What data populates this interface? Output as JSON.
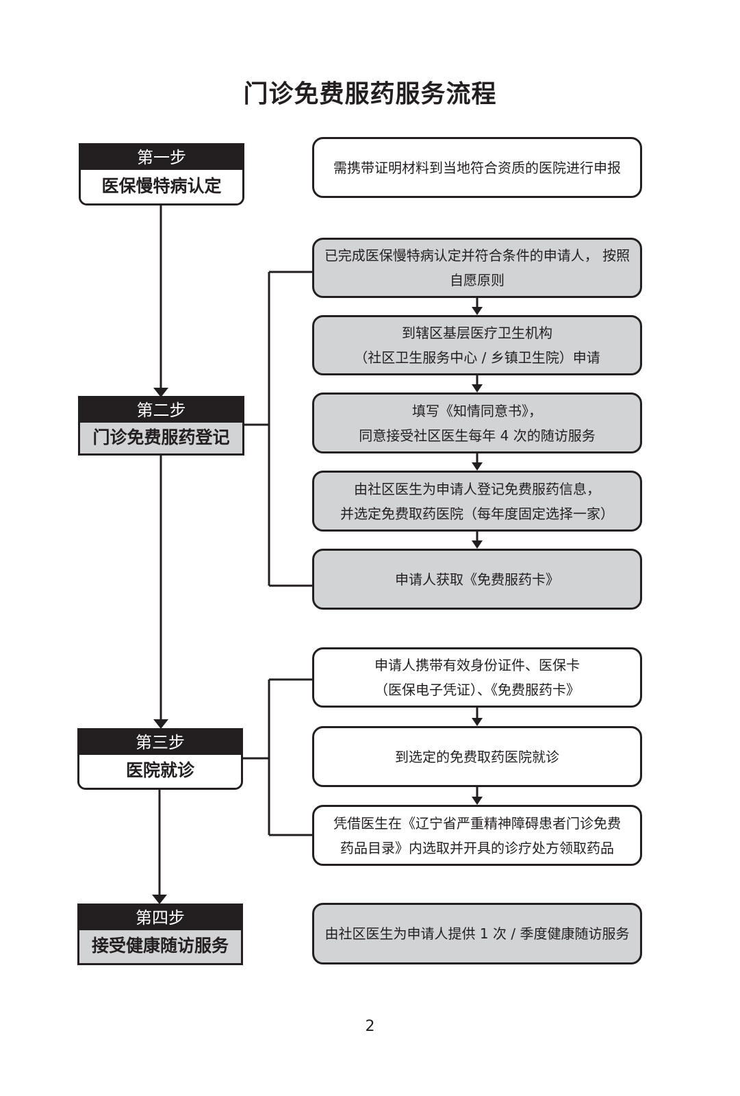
{
  "title": "门诊免费服药服务流程",
  "colors": {
    "ink": "#231f20",
    "grey_fill": "#d1d3d4",
    "white_fill": "#ffffff"
  },
  "steps": [
    {
      "label": "第一步",
      "name": "医保慢特病认定",
      "fill": "white",
      "details": [
        {
          "text": "需携带证明材料到当地符合资质的医院进行申报",
          "fill": "white"
        }
      ]
    },
    {
      "label": "第二步",
      "name": "门诊免费服药登记",
      "fill": "grey",
      "details": [
        {
          "text": "已完成医保慢特病认定并符合条件的申请人， 按照\n自愿原则",
          "fill": "grey"
        },
        {
          "text": "到辖区基层医疗卫生机构\n（社区卫生服务中心 / 乡镇卫生院）申请",
          "fill": "grey"
        },
        {
          "text": "填写《知情同意书》，\n同意接受社区医生每年 4 次的随访服务",
          "fill": "grey"
        },
        {
          "text": "由社区医生为申请人登记免费服药信息，\n并选定免费取药医院（每年度固定选择一家）",
          "fill": "grey"
        },
        {
          "text": "申请人获取《免费服药卡》",
          "fill": "grey"
        }
      ]
    },
    {
      "label": "第三步",
      "name": "医院就诊",
      "fill": "white",
      "details": [
        {
          "text": "申请人携带有效身份证件、医保卡\n（医保电子凭证）、《免费服药卡》",
          "fill": "white"
        },
        {
          "text": "到选定的免费取药医院就诊",
          "fill": "white"
        },
        {
          "text": "凭借医生在《辽宁省严重精神障碍患者门诊免费\n药品目录》内选取并开具的诊疗处方领取药品",
          "fill": "white"
        }
      ]
    },
    {
      "label": "第四步",
      "name": "接受健康随访服务",
      "fill": "grey",
      "details": [
        {
          "text": "由社区医生为申请人提供 1 次 / 季度健康随访服务",
          "fill": "grey"
        }
      ]
    }
  ],
  "page_number": "2"
}
